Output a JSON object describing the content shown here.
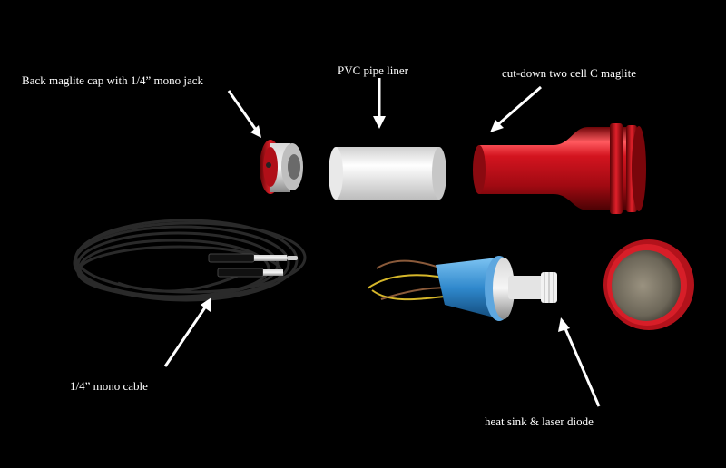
{
  "labels": {
    "cap": "Back maglite cap with 1/4” mono jack",
    "pvc": "PVC pipe liner",
    "maglite": "cut-down two  cell C  maglite",
    "cable": "1/4”  mono cable",
    "diode": "heat sink & laser diode"
  },
  "colors": {
    "background": "#000000",
    "anodized_red": "#c3121c",
    "pvc_white": "#f4f4f4",
    "heatsink_blue": "#3a8fd0",
    "cable_black": "#1a1a1a",
    "label_text": "#ffffff"
  }
}
